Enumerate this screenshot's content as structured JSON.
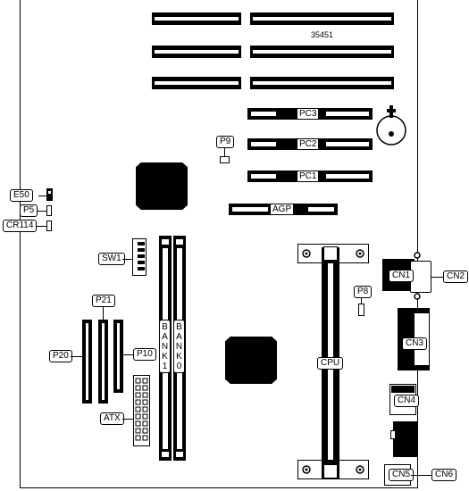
{
  "diagram": {
    "board_number": "35451",
    "slots": {
      "pc3": "PC3",
      "pc2": "PC2",
      "pc1": "PC1",
      "agp": "AGP"
    },
    "jumpers": {
      "p9": "P9",
      "e50": "E50",
      "p5": "P5",
      "cr114": "CR114",
      "sw1": "SW1",
      "p8": "P8"
    },
    "headers": {
      "p21": "P21",
      "p20": "P20",
      "p10": "P10",
      "atx": "ATX"
    },
    "memory": {
      "bank1": [
        "B",
        "A",
        "N",
        "K",
        "1"
      ],
      "bank0": [
        "B",
        "A",
        "N",
        "K",
        "0"
      ]
    },
    "cpu": "CPU",
    "connectors": {
      "cn1": "CN1",
      "cn2": "CN2",
      "cn3": "CN3",
      "cn4": "CN4",
      "cn5": "CN5",
      "cn6": "CN6"
    }
  }
}
